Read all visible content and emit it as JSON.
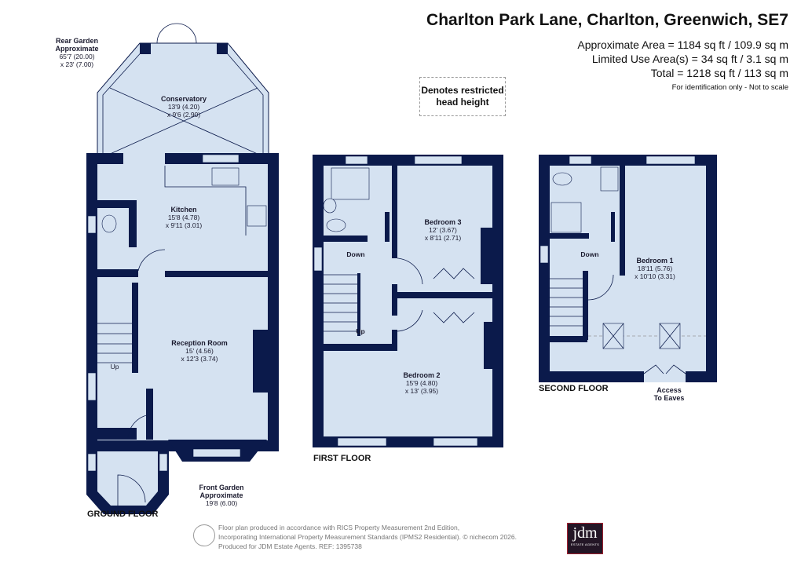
{
  "header": {
    "title": "Charlton Park Lane, Charlton, Greenwich, SE7",
    "approx_area": "Approximate Area = 1184 sq ft / 109.9 sq m",
    "limited_use": "Limited Use Area(s) = 34 sq ft / 3.1 sq m",
    "total": "Total = 1218 sq ft / 113 sq m",
    "note": "For identification only - Not to scale"
  },
  "restricted_key": {
    "line1": "Denotes restricted",
    "line2": "head height"
  },
  "ground_floor": {
    "label": "GROUND FLOOR",
    "rear_garden": {
      "name1": "Rear Garden",
      "name2": "Approximate",
      "dim1": "65'7 (20.00)",
      "dim2": "x 23' (7.00)"
    },
    "conservatory": {
      "name": "Conservatory",
      "dim1": "13'9 (4.20)",
      "dim2": "x 9'6 (2.90)"
    },
    "kitchen": {
      "name": "Kitchen",
      "dim1": "15'8 (4.78)",
      "dim2": "x 9'11 (3.01)"
    },
    "reception": {
      "name": "Reception Room",
      "dim1": "15' (4.56)",
      "dim2": "x 12'3 (3.74)"
    },
    "stairs_up": "Up",
    "front_garden": {
      "name1": "Front Garden",
      "name2": "Approximate",
      "dim1": "19'8 (6.00)"
    }
  },
  "first_floor": {
    "label": "FIRST FLOOR",
    "bedroom3": {
      "name": "Bedroom 3",
      "dim1": "12' (3.67)",
      "dim2": "x 8'11 (2.71)"
    },
    "bedroom2": {
      "name": "Bedroom 2",
      "dim1": "15'9 (4.80)",
      "dim2": "x 13' (3.95)"
    },
    "stairs_down": "Down",
    "stairs_up": "Up"
  },
  "second_floor": {
    "label": "SECOND FLOOR",
    "bedroom1": {
      "name": "Bedroom 1",
      "dim1": "18'11 (5.76)",
      "dim2": "x 10'10 (3.31)"
    },
    "stairs_down": "Down",
    "eaves": {
      "line1": "Access",
      "line2": "To Eaves"
    }
  },
  "footer": {
    "line1": "Floor plan produced in accordance with RICS Property Measurement 2nd Edition,",
    "line2": "Incorporating International Property Measurement Standards (IPMS2 Residential).   © nichecom 2026.",
    "line3": "Produced for JDM Estate Agents.   REF: 1395738"
  },
  "logo": {
    "main": "jdm",
    "sub": "ESTATE AGENTS"
  },
  "colors": {
    "wall": "#0b1a4b",
    "room": "#d5e2f1",
    "logo_bg": "#241626"
  }
}
